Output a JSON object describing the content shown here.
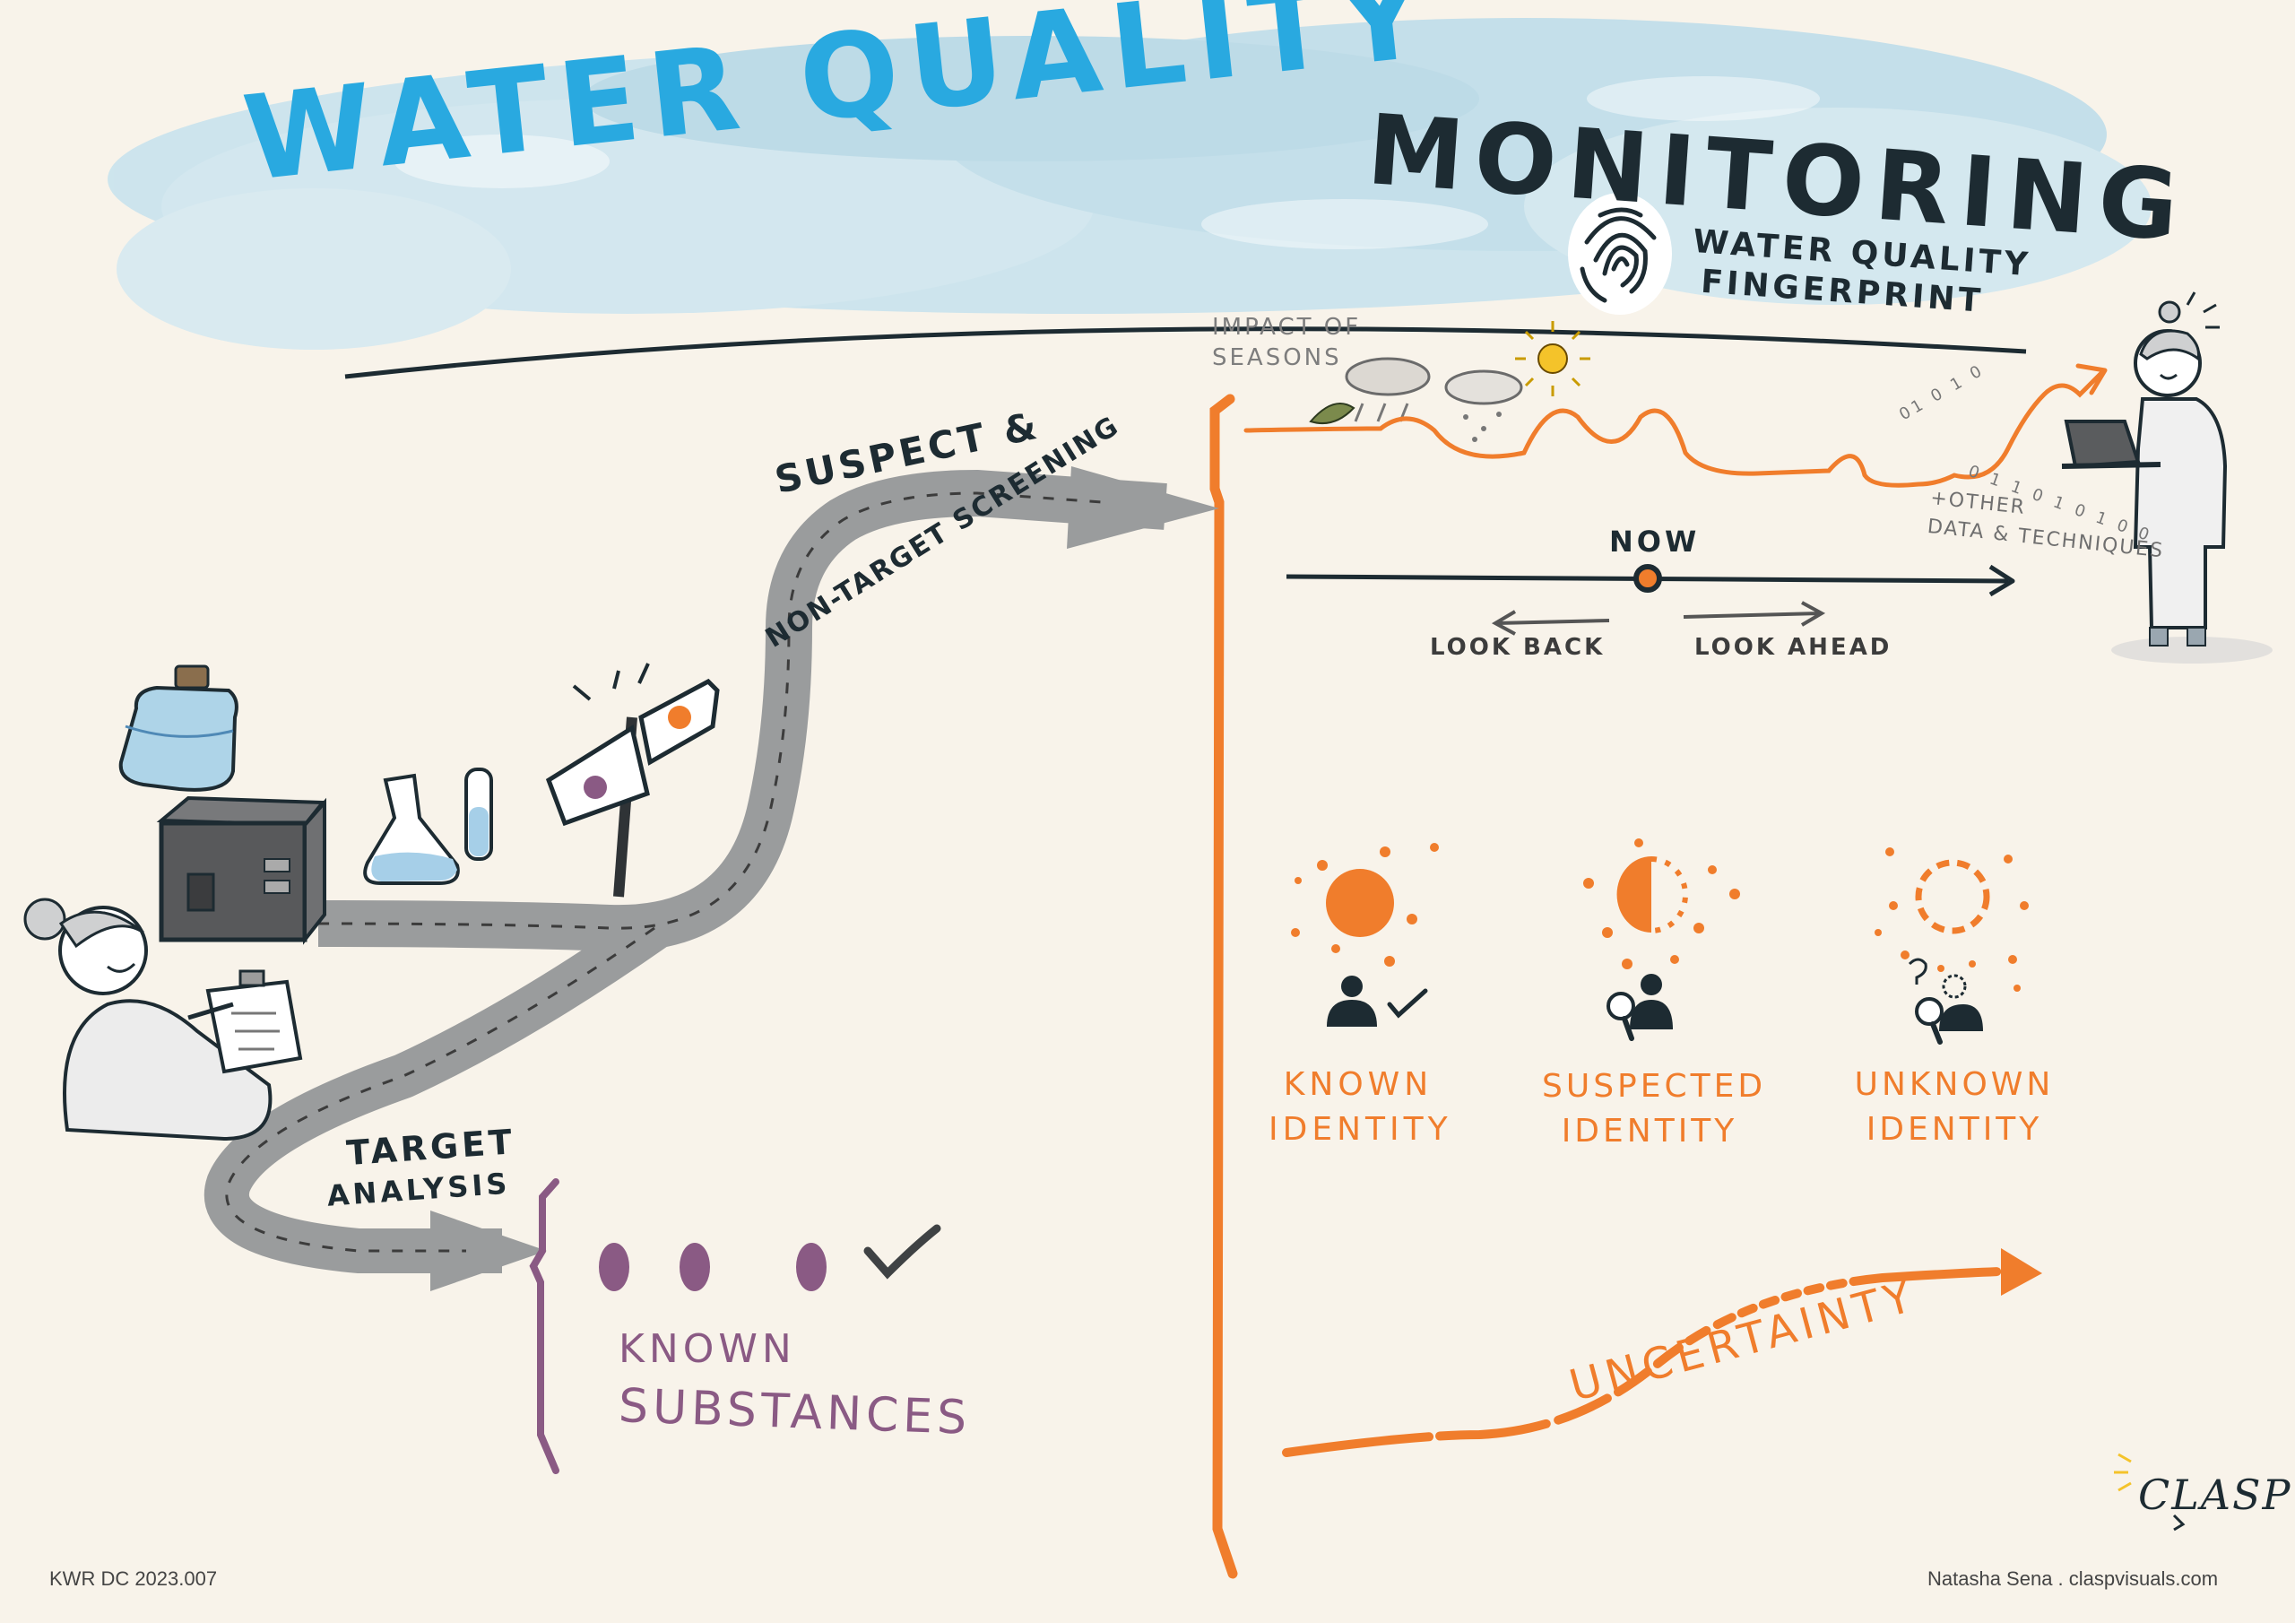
{
  "title": {
    "part1": "WATER QUALITY",
    "part2": "MONITORING"
  },
  "fingerprint": {
    "line1": "WATER QUALITY",
    "line2": "FINGERPRINT"
  },
  "seasons": {
    "line1": "IMPACT OF",
    "line2": "SEASONS"
  },
  "other_data": {
    "line1": "+OTHER",
    "line2": "DATA & TECHNIQUES",
    "binary1": "01 0 1 0",
    "binary2": "0 1 1 0 1 0 1 0 0"
  },
  "timeline": {
    "now": "NOW",
    "look_back": "LOOK BACK",
    "look_ahead": "LOOK AHEAD"
  },
  "roads": {
    "upper_line1": "SUSPECT &",
    "upper_line2": "NON-TARGET SCREENING",
    "lower_line1": "TARGET",
    "lower_line2": "ANALYSIS"
  },
  "known_substances": {
    "line1": "KNOWN",
    "line2": "SUBSTANCES"
  },
  "identities": [
    {
      "line1": "KNOWN",
      "line2": "IDENTITY"
    },
    {
      "line1": "SUSPECTED",
      "line2": "IDENTITY"
    },
    {
      "line1": "UNKNOWN",
      "line2": "IDENTITY"
    }
  ],
  "uncertainty": "UNCERTAINTY",
  "logo": "CLASP",
  "footer_left": "KWR DC 2023.007",
  "footer_right": "Natasha Sena . claspvisuals.com",
  "colors": {
    "title_blue": "#29a9e0",
    "ink": "#1d2b32",
    "orange": "#f07d2c",
    "purple": "#8a5a84",
    "road": "#9a9c9d",
    "sky": "#b9dcea",
    "background": "#f8f3ea"
  }
}
